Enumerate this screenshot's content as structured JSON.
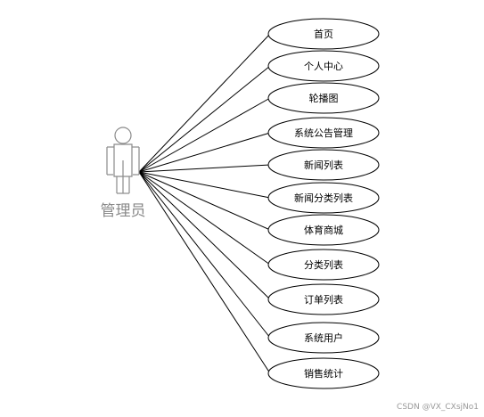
{
  "actor": {
    "label": "管理员"
  },
  "use_cases": [
    {
      "label": "首页"
    },
    {
      "label": "个人中心"
    },
    {
      "label": "轮播图"
    },
    {
      "label": "系统公告管理"
    },
    {
      "label": "新闻列表"
    },
    {
      "label": "新闻分类列表"
    },
    {
      "label": "体育商城"
    },
    {
      "label": "分类列表"
    },
    {
      "label": "订单列表"
    },
    {
      "label": "系统用户"
    },
    {
      "label": "销售统计"
    }
  ],
  "watermark": "CSDN @VX_CXsjNo1",
  "colors": {
    "actor_stroke": "#8a8a8a",
    "line": "#000000",
    "ellipse_stroke": "#000000",
    "background": "#ffffff"
  }
}
